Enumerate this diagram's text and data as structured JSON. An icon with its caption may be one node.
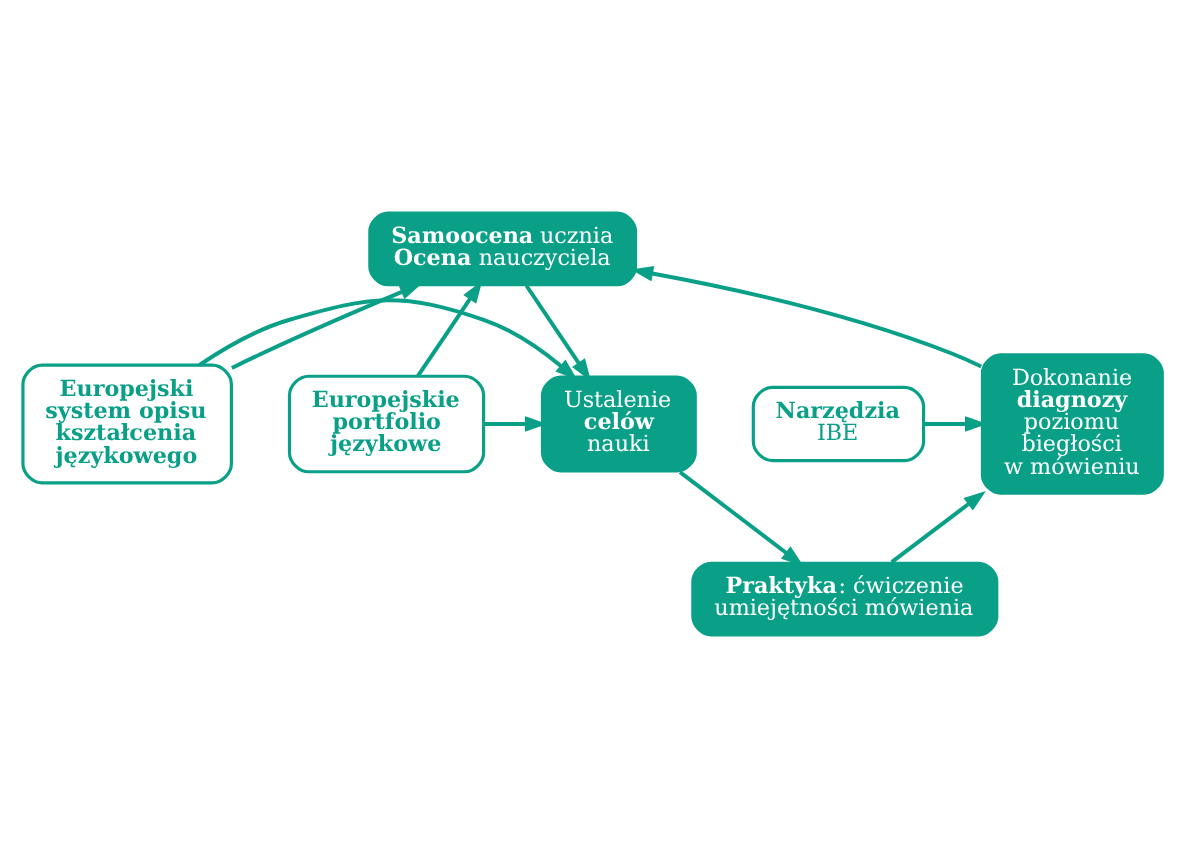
{
  "diagram": {
    "nodes": [
      {
        "text": [
          "**Samoocena** ucznia **Ocena** nauczyciela"
        ]
      },
      {
        "text": [
          "Ustalenie **celów** nauki"
        ]
      },
      {
        "text": [
          "**Praktyka**: ćwiczenie umiejętności mówienia"
        ]
      },
      {
        "text": [
          "Dokonanie **diagnozy** poziomu biegłości w mówieniu"
        ]
      },
      {
        "text": [
          "Narzędzia",
          "IBE"
        ]
      },
      {
        "text": [
          "Europejski system opisu kształcenia językowego"
        ]
      },
      {
        "text": [
          "Europejskie portfolio językowe"
        ]
      }
    ],
    "edges": [
      {
        "from": 0,
        "to": 1,
        "arrow": "to"
      },
      {
        "from": 1,
        "to": 2,
        "arrow": "to"
      },
      {
        "from": 2,
        "to": 3,
        "arrow": "to"
      },
      {
        "from": 3,
        "to": 0,
        "arrow": "to"
      },
      {
        "from": 4,
        "to": 3,
        "arrow": "to"
      },
      {
        "from": 5,
        "to": 0,
        "arrow": "to"
      },
      {
        "from": 5,
        "to": 1,
        "arrow": "to"
      },
      {
        "from": 6,
        "to": 0,
        "arrow": "to"
      },
      {
        "from": 6,
        "to": 1,
        "arrow": "to"
      }
    ]
  }
}
